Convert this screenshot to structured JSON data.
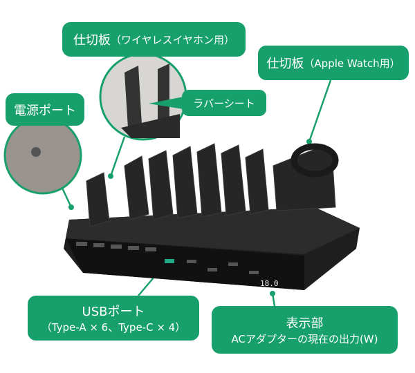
{
  "labels": {
    "earphone_divider": {
      "title": "仕切板",
      "sub": "（ワイヤレスイヤホン用）"
    },
    "watch_divider": {
      "title": "仕切板",
      "sub": "（Apple Watch用）"
    },
    "rubber_sheet": "ラバーシート",
    "power_port": "電源ポート",
    "usb_port": {
      "title": "USBポート",
      "sub": "（Type-A × 6、Type-C × 4）"
    },
    "display": {
      "title": "表示部",
      "sub": "ACアダプターの現在の出力(W)"
    }
  },
  "display_readout": "18.0",
  "colors": {
    "accent": "#17a06b",
    "product": "#222222"
  }
}
